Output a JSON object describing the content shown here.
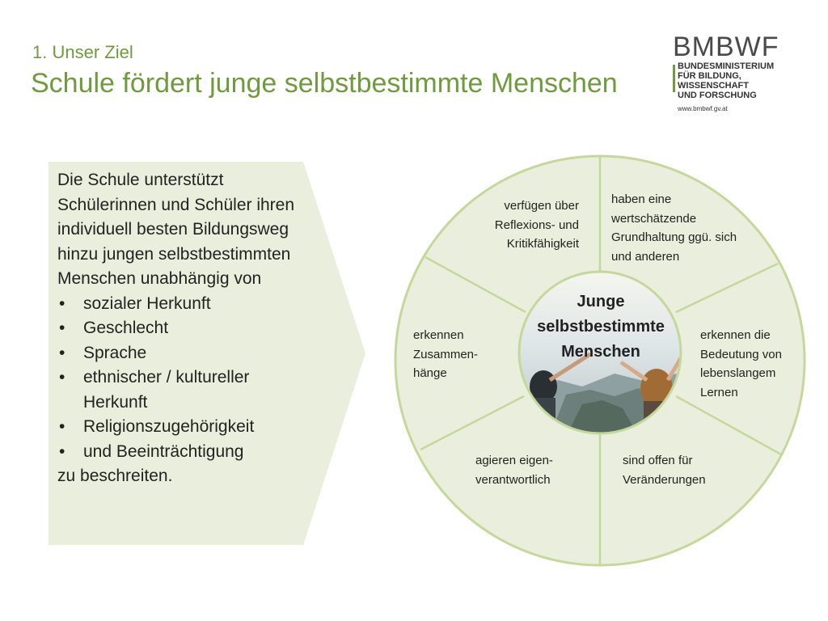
{
  "header": {
    "subtitle": "1. Unser Ziel",
    "title": "Schule fördert junge selbstbestimmte Menschen"
  },
  "logo": {
    "name": "BMBWF",
    "lines": [
      "BUNDESMINISTERIUM",
      "FÜR BILDUNG, WISSENSCHAFT",
      "UND FORSCHUNG"
    ],
    "url": "www.bmbwf.gv.at"
  },
  "left_box": {
    "intro": "Die Schule unterstützt Schülerinnen und Schüler ihren individuell besten Bildungsweg hinzu jungen selbstbestimmten Menschen unabhängig von",
    "bullets": [
      "sozialer Herkunft",
      "Geschlecht",
      "Sprache",
      "ethnischer / kultureller Herkunft",
      "Religionszugehörigkeit",
      "und Beeinträchtigung"
    ],
    "outro": "zu beschreiten."
  },
  "wheel": {
    "center": "Junge selbstbestimmte Menschen",
    "segments": {
      "top_left": "verfügen über Reflexions- und Kritikfähigkeit",
      "top_right": "haben eine wertschätzende Grundhaltung ggü. sich und anderen",
      "left": "erkennen Zusammen-hänge",
      "right": "erkennen die Bedeutung von lebenslangem Lernen",
      "bottom_left": "agieren eigen-verantwortlich",
      "bottom_right": "sind offen für Veränderungen"
    }
  },
  "colors": {
    "accent_green": "#6f9a3d",
    "fill_light_green": "#e9efdc",
    "wheel_stroke": "#c5d89c"
  }
}
